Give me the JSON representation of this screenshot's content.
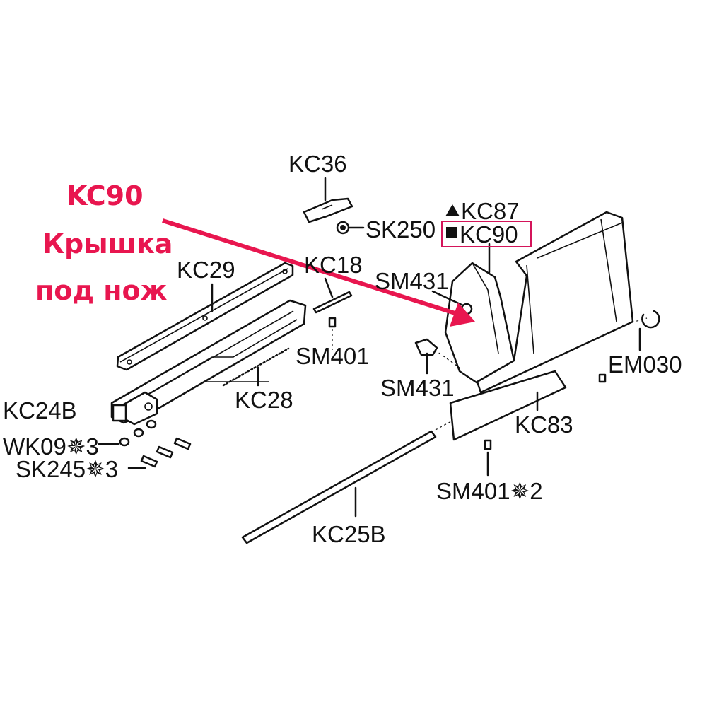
{
  "callout": {
    "code": "KC90",
    "line1": "Крышка",
    "line2": "под нож",
    "color": "#e8164f"
  },
  "labels": {
    "kc36": "KC36",
    "sk250": "SK250",
    "kc87": "KC87",
    "kc90": "KC90",
    "kc29": "KC29",
    "kc18": "KC18",
    "sm431_top": "SM431",
    "sm401_mid": "SM401",
    "sm431_bottom": "SM431",
    "em030": "EM030",
    "kc24b": "KC24B",
    "kc28": "KC28",
    "kc83": "KC83",
    "wk09": "WK09✵3",
    "sk245": "SK245✵3",
    "sm401x2": "SM401✵2",
    "kc25b": "KC25B"
  },
  "markers": {
    "kc87_symbol": "triangle",
    "kc90_symbol": "square",
    "highlight_color": "#d4145a"
  }
}
